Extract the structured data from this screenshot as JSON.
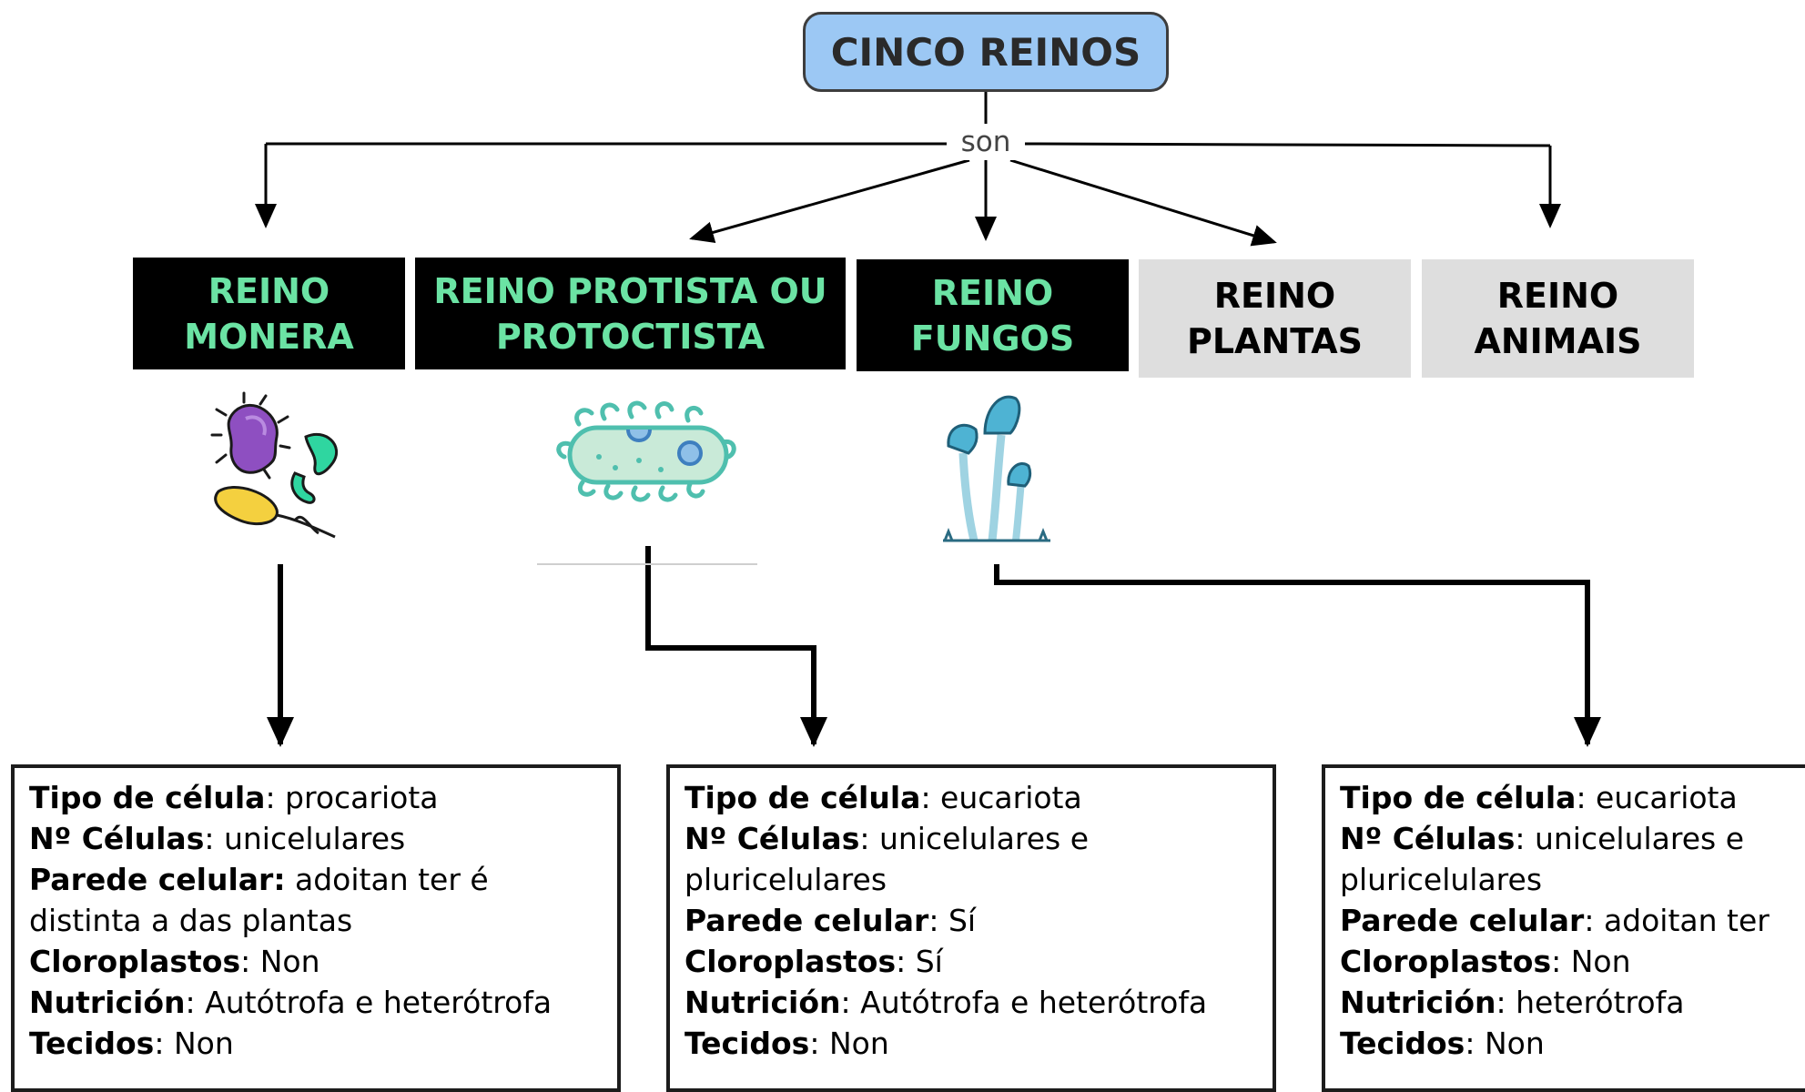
{
  "root": {
    "title": "CINCO REINOS",
    "connector": "son"
  },
  "kingdoms": [
    {
      "line1": "REINO",
      "line2": "MONERA"
    },
    {
      "line1": "REINO PROTISTA OU",
      "line2": "PROTOCTISTA"
    },
    {
      "line1": "REINO",
      "line2": "FUNGOS"
    },
    {
      "line1": "REINO",
      "line2": "PLANTAS"
    },
    {
      "line1": "REINO",
      "line2": "ANIMAIS"
    }
  ],
  "icons": [
    "bacteria-icon",
    "protist-icon",
    "mushroom-icon"
  ],
  "cards": [
    {
      "rows": [
        {
          "label": "Tipo de célula",
          "sep": ": ",
          "value": "procariota"
        },
        {
          "label": "Nº Células",
          "sep": ": ",
          "value": "unicelulares"
        },
        {
          "label": "Parede celular:",
          "sep": " ",
          "value": "adoitan ter é distinta a das plantas"
        },
        {
          "label": "Cloroplastos",
          "sep": ": ",
          "value": "Non"
        },
        {
          "label": "Nutrición",
          "sep": ": ",
          "value": "Autótrofa e heterótrofa"
        },
        {
          "label": "Tecidos",
          "sep": ": ",
          "value": "Non"
        }
      ]
    },
    {
      "rows": [
        {
          "label": "Tipo de célula",
          "sep": ": ",
          "value": "eucariota"
        },
        {
          "label": "Nº Células",
          "sep": ": ",
          "value": "unicelulares e pluricelulares"
        },
        {
          "label": "Parede celular",
          "sep": ": ",
          "value": "Sí"
        },
        {
          "label": "Cloroplastos",
          "sep": ": ",
          "value": "Sí"
        },
        {
          "label": "Nutrición",
          "sep": ": ",
          "value": "Autótrofa e heterótrofa"
        },
        {
          "label": "Tecidos",
          "sep": ": ",
          "value": "Non"
        }
      ]
    },
    {
      "rows": [
        {
          "label": "Tipo de célula",
          "sep": ": ",
          "value": "eucariota"
        },
        {
          "label": "Nº Células",
          "sep": ": ",
          "value": "unicelulares e pluricelulares"
        },
        {
          "label": "Parede celular",
          "sep": ": ",
          "value": "adoitan ter"
        },
        {
          "label": "Cloroplastos",
          "sep": ": ",
          "value": "Non"
        },
        {
          "label": "Nutrición",
          "sep": ": ",
          "value": "heterótrofa"
        },
        {
          "label": "Tecidos",
          "sep": ": ",
          "value": "Non"
        }
      ]
    }
  ],
  "colors": {
    "root_fill": "#9cc8f4",
    "dark_box": "#000000",
    "dark_text": "#6be3a4",
    "light_box": "#dedede",
    "bacteria_purple": "#8e4fc1",
    "bacteria_green": "#2fd6a0",
    "bacteria_yellow": "#f4d03f",
    "protist_body": "#c9ead8",
    "protist_teal": "#4fbfae",
    "mushroom_cap": "#4eb3d3"
  }
}
